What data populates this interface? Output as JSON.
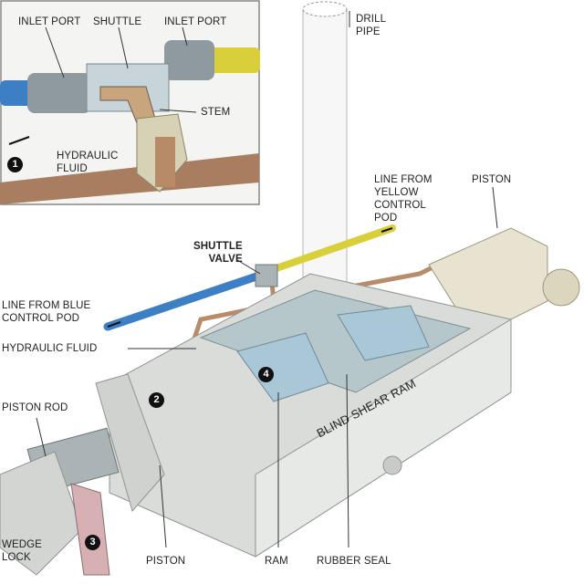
{
  "inset": {
    "inlet_port_left": "INLET PORT",
    "shuttle": "SHUTTLE",
    "inlet_port_right": "INLET PORT",
    "stem": "STEM",
    "hydraulic_fluid": "HYDRAULIC\nFLUID",
    "step1": "1"
  },
  "labels": {
    "drill_pipe": "DRILL\nPIPE",
    "line_yellow": "LINE FROM\nYELLOW\nCONTROL\nPOD",
    "piston_top": "PISTON",
    "shuttle_valve": "SHUTTLE\nVALVE",
    "line_blue": "LINE FROM BLUE\nCONTROL POD",
    "hydraulic_fluid": "HYDRAULIC FLUID",
    "piston_rod": "PISTON ROD",
    "blind_shear_ram": "BLIND SHEAR RAM",
    "wedge_lock": "WEDGE\nLOCK",
    "piston_bottom": "PISTON",
    "ram": "RAM",
    "rubber_seal": "RUBBER SEAL",
    "step2": "2",
    "step3": "3",
    "step4": "4"
  },
  "colors": {
    "blue_line": "#3d7fc4",
    "yellow_line": "#d9cf3a",
    "copper_line": "#b98b6a",
    "body": "#d9dcd8",
    "ram_blue": "#a9c7d6"
  }
}
